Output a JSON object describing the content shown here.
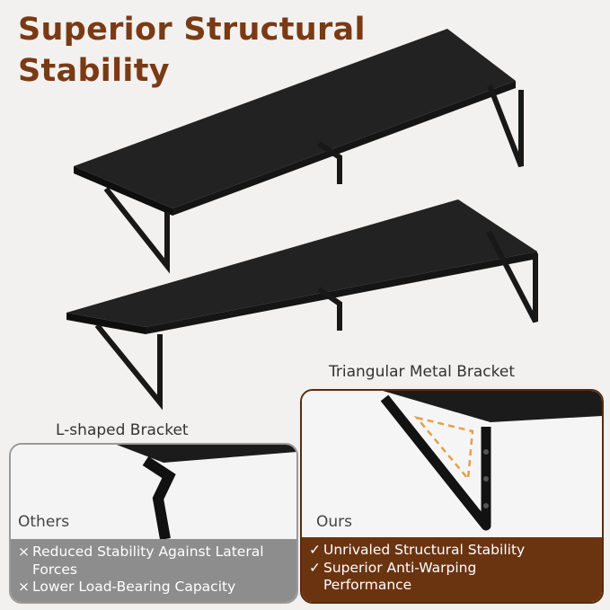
{
  "title": {
    "line1": "Superior Structural",
    "line2": "Stability"
  },
  "labels": {
    "triangular": "Triangular Metal Bracket",
    "lshaped": "L-shaped Bracket"
  },
  "others": {
    "heading": "Others",
    "items": [
      {
        "mark": "×",
        "text": "Reduced Stability Against Lateral",
        "text2": "Forces"
      },
      {
        "mark": "×",
        "text": "Lower Load-Bearing Capacity",
        "text2": ""
      }
    ]
  },
  "ours": {
    "heading": "Ours",
    "items": [
      {
        "mark": "✓",
        "text": "Unrivaled Structural Stability",
        "text2": ""
      },
      {
        "mark": "✓",
        "text": "Superior Anti-Warping",
        "text2": "Performance"
      }
    ]
  },
  "colors": {
    "brand": "#7a3a14",
    "ours_panel": "#6b3411",
    "others_panel": "#8d8d8d",
    "shelf": "#1c1c1c",
    "dash": "#e3a04a"
  }
}
